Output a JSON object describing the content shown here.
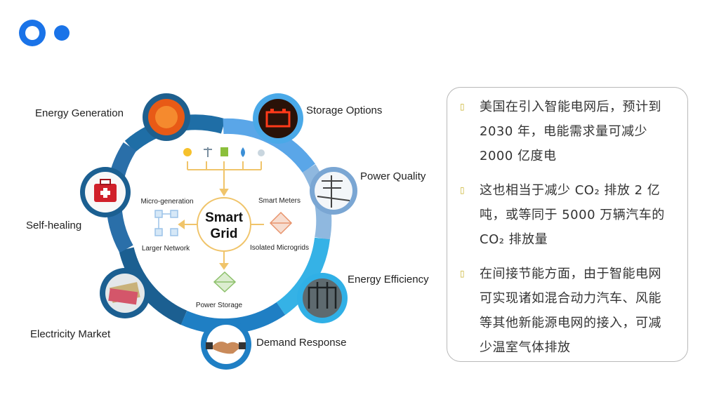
{
  "diagram": {
    "center": {
      "line1": "Smart",
      "line2": "Grid"
    },
    "outer_labels": {
      "energy_generation": "Energy Generation",
      "storage_options": "Storage Options",
      "power_quality": "Power Quality",
      "self_healing": "Self-healing",
      "energy_efficiency": "Energy Efficiency",
      "electricity_market": "Electricity Market",
      "demand_response": "Demand Response"
    },
    "inner_labels": {
      "micro_generation": "Micro-generation",
      "larger_network": "Larger Network",
      "smart_meters": "Smart Meters",
      "isolated_microgrids": "Isolated Microgrids",
      "power_storage": "Power Storage"
    },
    "colors": {
      "ring_dark": "#1f6ea6",
      "ring_light": "#7fb3df",
      "arrow": "#f0c46a"
    }
  },
  "panel": {
    "bullets": [
      {
        "lines": [
          "美国在引入智能电网后，预计到",
          "2030 年，电能需求量可减少",
          "2000 亿度电"
        ]
      },
      {
        "lines": [
          "这也相当于减少  CO₂ 排放  2 亿",
          "吨，或等同于  5000 万辆汽车的",
          "CO₂ 排放量"
        ]
      },
      {
        "lines": [
          "在间接节能方面，由于智能电网",
          "可实现诸如混合动力汽车、风能",
          "等其他新能源电网的接入，可减",
          "少温室气体排放"
        ]
      }
    ],
    "bullet_mark": "▯"
  }
}
